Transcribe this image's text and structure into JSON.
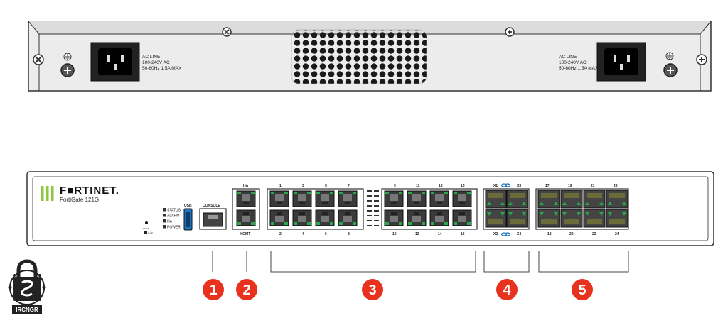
{
  "rear": {
    "power_label_left": [
      "AC LINE",
      "100-240V AC",
      "50-60Hz 1.5A MAX"
    ],
    "power_label_right": [
      "AC LINE",
      "100-240V AC",
      "50-60Hz 1.5A MAX"
    ]
  },
  "front": {
    "brand": "F■RTINET.",
    "model": "FortiGate 121G",
    "leds": [
      "STATUS",
      "ALARM",
      "HA",
      "POWER"
    ],
    "reset_label": "RESET",
    "ble_label": "BLE",
    "usb_label": "USB",
    "console_label": "CONSOLE",
    "ha_label": "HA",
    "mgmt_label": "MGMT",
    "ports_top_a": [
      "1",
      "3",
      "5",
      "7"
    ],
    "ports_bottom_a": [
      "2",
      "4",
      "6",
      "8"
    ],
    "ports_top_b": [
      "9",
      "11",
      "13",
      "15"
    ],
    "ports_bottom_b": [
      "10",
      "12",
      "14",
      "16"
    ],
    "sfp_plus_top": [
      "X1",
      "X3"
    ],
    "sfp_plus_bottom": [
      "X2",
      "X4"
    ],
    "sfp_top": [
      "17",
      "19",
      "21",
      "23"
    ],
    "sfp_bottom": [
      "18",
      "20",
      "22",
      "24"
    ]
  },
  "callouts": [
    "1",
    "2",
    "3",
    "4",
    "5"
  ],
  "logo_text": "IRCNGR",
  "colors": {
    "callout_red": "#e8321e",
    "port_green": "#27a84a",
    "brand_green": "#8dc63f",
    "link_blue": "#1e73be"
  }
}
